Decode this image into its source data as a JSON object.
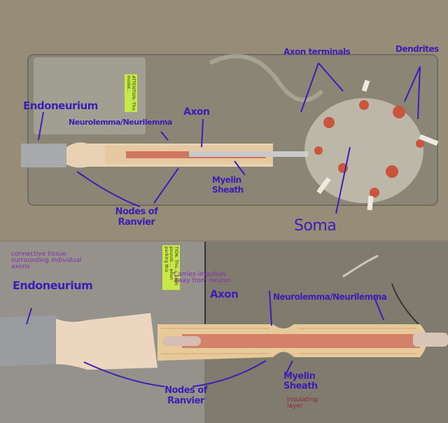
{
  "top_panel": {
    "labels": {
      "endoneurium": "Endoneurium",
      "neurolemma": "Neurolemma/Neurilemma",
      "axon": "Axon",
      "axon_terminals": "Axon terminals",
      "dendrites": "Dendrites",
      "myelin_sheath": "Myelin Sheath",
      "nodes_of_ranvier": "Nodes of Ranvier",
      "soma": "Soma"
    },
    "sticker": "ATTENTION: This model..."
  },
  "bottom_panel": {
    "labels": {
      "endoneurium": "Endoneurium",
      "axon": "Axon",
      "neurolemma": "Neurolemma/Neurilemma",
      "nodes_of_ranvier": "Nodes of Ranvier",
      "myelin_sheath": "Myelin Sheath"
    },
    "notes": {
      "endoneurium": "connective tissue surrounding individual axons",
      "axon": "Carries impulses away from neuron",
      "myelin": "insulating layer"
    },
    "sticker": "TION: This ... 1800 pounds ... when packing this"
  },
  "colors": {
    "ink": "#3b1fb5",
    "note": "#8a2bb0",
    "note_red": "#9a1f3a"
  }
}
